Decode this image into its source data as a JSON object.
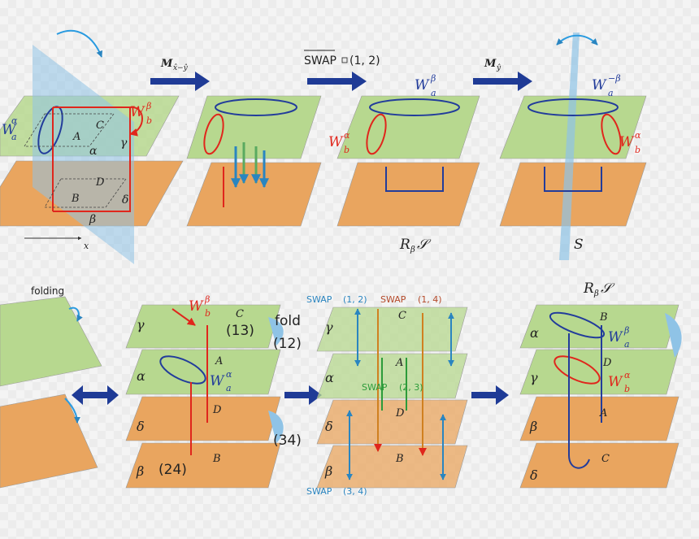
{
  "colors": {
    "green": "#b7d88f",
    "orange": "#e9a55f",
    "blue_mirror": "#8fc3e6",
    "navy": "#223c9b",
    "red": "#e0261c",
    "arrow_blue": "#1f3b96",
    "swap_blue": "#2a85c0",
    "swap_red": "#b54a2a",
    "swap_green": "#2c9b3a"
  },
  "top_row": {
    "op1": "M",
    "op1_sub": "x̂−ŷ",
    "op2": "SWAP",
    "op2_args": "(1, 2)",
    "op3": "M",
    "op3_sub": "ŷ",
    "label_RS": "R",
    "label_S": "S",
    "axis_x": "x",
    "panel1": {
      "Wb": "W",
      "Wb_sup": "β",
      "Wb_sub": "b",
      "Wa": "W",
      "Wa_sup": "α",
      "Wa_sub": "a",
      "A": "A",
      "C": "C",
      "alpha": "α",
      "gamma": "γ",
      "D": "D",
      "B": "B",
      "beta": "β",
      "delta": "δ"
    },
    "panel3": {
      "Wa": "W",
      "Wa_sup": "β",
      "Wa_sub": "a",
      "Wb": "W",
      "Wb_sup": "α",
      "Wb_sub": "b"
    },
    "panel4": {
      "Wa": "W",
      "Wa_sup": "−β",
      "Wa_sub": "a",
      "Wb": "W",
      "Wb_sup": "α",
      "Wb_sub": "b"
    }
  },
  "bottom_row": {
    "folding": "folding",
    "fold": "fold",
    "n12": "(12)",
    "n13": "(13)",
    "n34": "(34)",
    "n24": "(24)",
    "swap12": "SWAP",
    "swap12_args": "(1, 2)",
    "swap14": "SWAP",
    "swap14_args": "(1, 4)",
    "swap23": "SWAP",
    "swap23_args": "(2, 3)",
    "swap34": "SWAP",
    "swap34_args": "(3, 4)",
    "RS": "R",
    "layers2": [
      "γ",
      "α",
      "δ",
      "β"
    ],
    "layers4": [
      "α",
      "γ",
      "β",
      "δ"
    ],
    "letters": [
      "C",
      "A",
      "D",
      "B"
    ]
  }
}
